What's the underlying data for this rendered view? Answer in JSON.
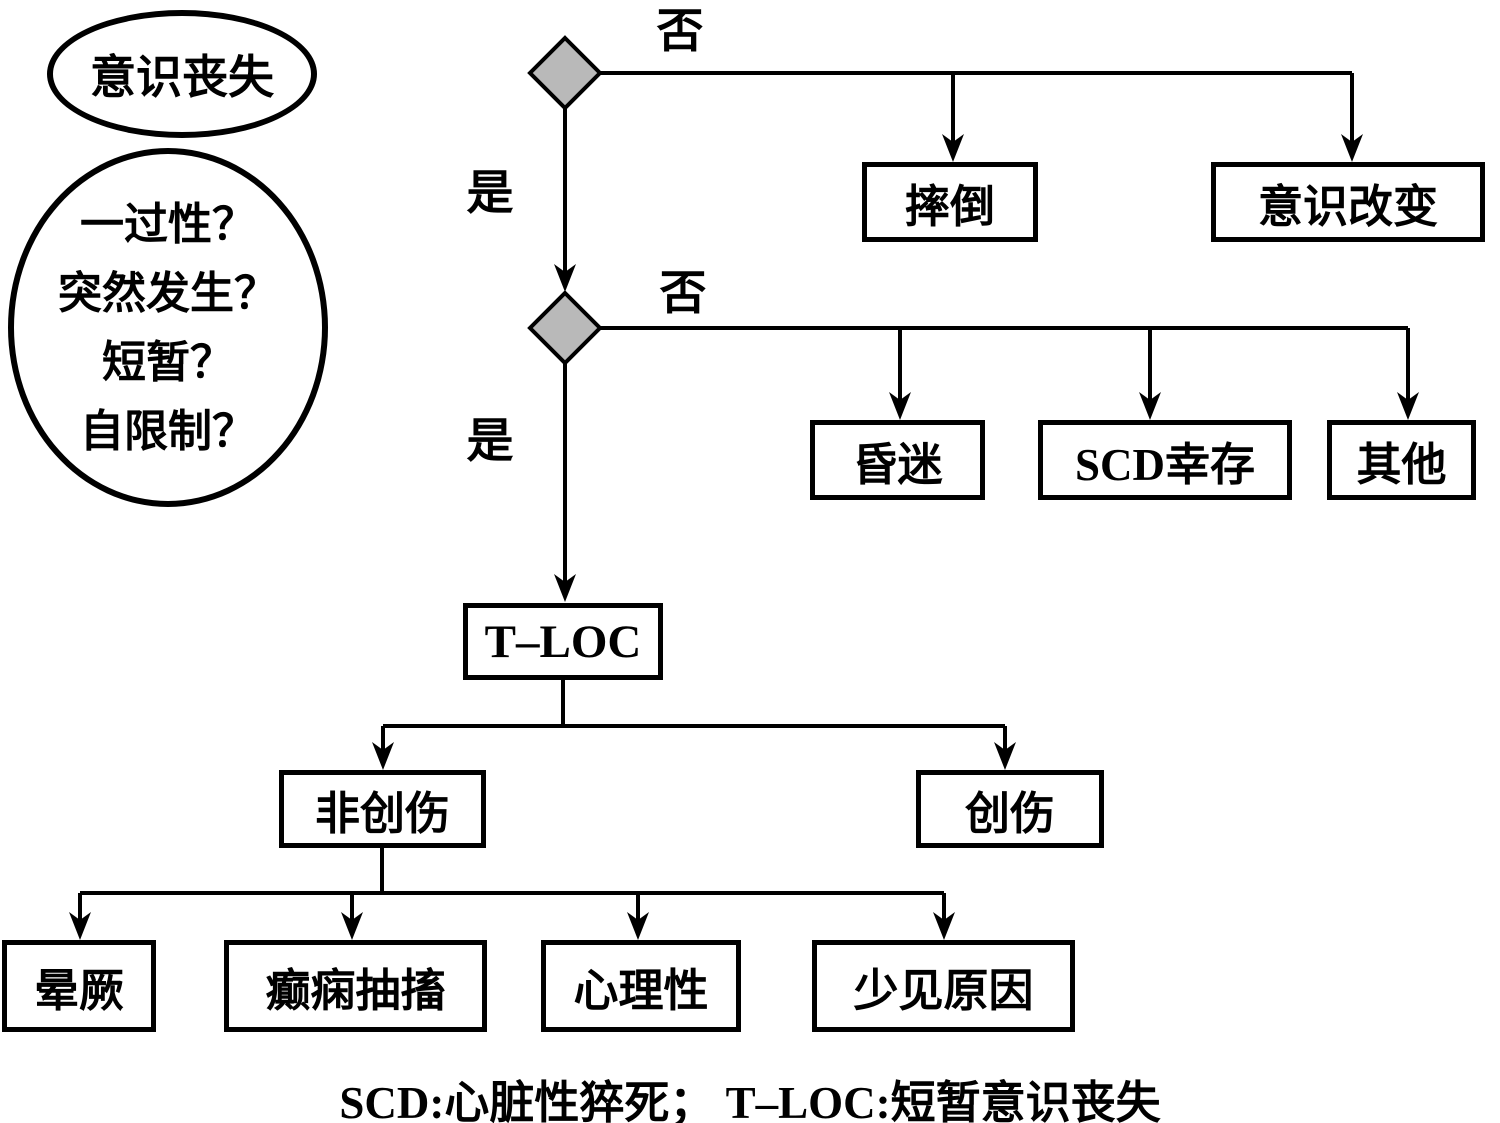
{
  "colors": {
    "background": "#ffffff",
    "line": "#000000",
    "diamond_fill": "#b9b9b9",
    "text": "#000000"
  },
  "ellipses": {
    "loss_of_consciousness": {
      "label": "意识丧失"
    },
    "questions": {
      "lines": [
        "一过性？",
        "突然发生？",
        "短暂？",
        "自限制？"
      ]
    }
  },
  "branch_labels": {
    "no_top": "否",
    "yes_top": "是",
    "no_mid": "否",
    "yes_mid": "是"
  },
  "nodes": {
    "fall": "摔倒",
    "altered_consciousness": "意识改变",
    "coma": "昏迷",
    "scd_survivor": "SCD幸存",
    "other": "其他",
    "tloc": "T–LOC",
    "non_traumatic": "非创伤",
    "traumatic": "创伤",
    "syncope": "晕厥",
    "epileptic_seizure": "癫痫抽搐",
    "psychogenic": "心理性",
    "rare_causes": "少见原因"
  },
  "caption": "SCD:心脏性猝死； T–LOC:短暂意识丧失"
}
